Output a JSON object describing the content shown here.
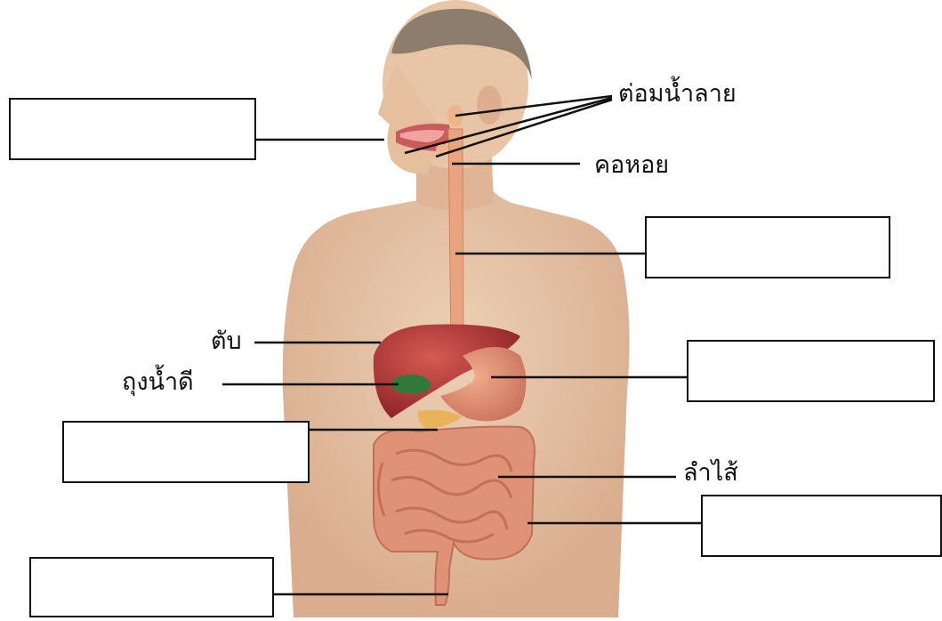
{
  "diagram": {
    "labels": {
      "salivary_glands": "ต่อมน้ำลาย",
      "pharynx": "คอหอย",
      "liver": "ตับ",
      "gallbladder": "ถุงน้ำดี",
      "small_intestine": "ลำไส้"
    },
    "blank_boxes": [
      {
        "id": "mouth",
        "text": ""
      },
      {
        "id": "esophagus",
        "text": ""
      },
      {
        "id": "stomach",
        "text": ""
      },
      {
        "id": "pancreas",
        "text": ""
      },
      {
        "id": "large-intestine",
        "text": ""
      },
      {
        "id": "rectum",
        "text": ""
      }
    ]
  },
  "colors": {
    "skin": "#e7c3a6",
    "skin_shadow": "#d6a98a",
    "hair": "#8a7a6a",
    "liver": "#b8393a",
    "gallbladder": "#2f7a3a",
    "stomach": "#e2906f",
    "intestine": "#de8f72",
    "esophagus": "#eaa47e",
    "pancreas": "#e8b35a",
    "line": "#111111"
  }
}
